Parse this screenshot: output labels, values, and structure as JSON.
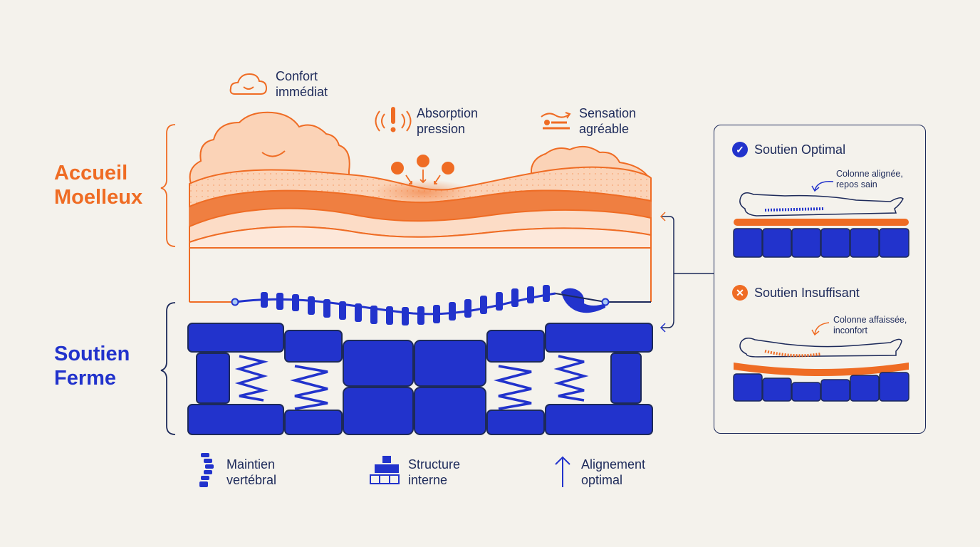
{
  "colors": {
    "orange": "#ef6c24",
    "orange_light": "#fbd3b7",
    "blue": "#2233cc",
    "navy": "#1d2a5a",
    "background": "#f4f2ec"
  },
  "top_labels": {
    "comfort_line1": "Confort",
    "comfort_line2": "immédiat",
    "absorption_line1": "Absorption",
    "absorption_line2": "pression",
    "sensation_line1": "Sensation",
    "sensation_line2": "agréable"
  },
  "sections": {
    "soft_line1": "Accueil",
    "soft_line2": "Moelleux",
    "firm_line1": "Soutien",
    "firm_line2": "Ferme"
  },
  "bottom_labels": {
    "spine_line1": "Maintien",
    "spine_line2": "vertébral",
    "structure_line1": "Structure",
    "structure_line2": "interne",
    "alignment_line1": "Alignement",
    "alignment_line2": "optimal"
  },
  "panel": {
    "optimal_title": "Soutien Optimal",
    "optimal_note_line1": "Colonne alignée,",
    "optimal_note_line2": "repos sain",
    "insufficient_title": "Soutien Insuffisant",
    "insufficient_note_line1": "Colonne affaissée,",
    "insufficient_note_line2": "inconfort"
  },
  "icons": [
    "cloud-icon",
    "alert-icon",
    "wave-person-icon",
    "spine-icon",
    "blocks-icon",
    "arrow-up-icon",
    "check-icon",
    "cross-icon"
  ]
}
